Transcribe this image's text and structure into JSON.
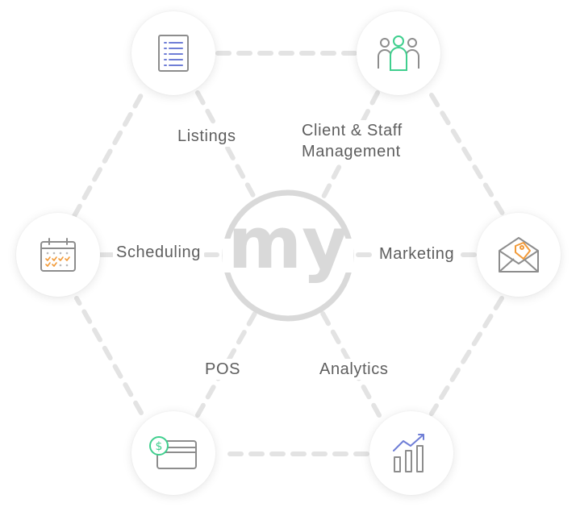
{
  "center": {
    "logo_text": "my"
  },
  "nodes": [
    {
      "key": "listings",
      "label": "Listings",
      "icon": "document-list-icon"
    },
    {
      "key": "client_staff",
      "label": "Client & Staff\nManagement",
      "icon": "people-group-icon"
    },
    {
      "key": "marketing",
      "label": "Marketing",
      "icon": "envelope-tag-icon"
    },
    {
      "key": "analytics",
      "label": "Analytics",
      "icon": "bar-chart-trend-icon"
    },
    {
      "key": "pos",
      "label": "POS",
      "icon": "dollar-card-icon"
    },
    {
      "key": "scheduling",
      "label": "Scheduling",
      "icon": "calendar-icon"
    }
  ],
  "colors": {
    "connector": "#e3e3e3",
    "logo": "#d9d9d9",
    "label_text": "#5e5e5e",
    "blue_accent": "#6f7ed6",
    "green_accent": "#3fcf8e",
    "orange_accent": "#f29a38",
    "icon_gray": "#8d8d8d"
  }
}
